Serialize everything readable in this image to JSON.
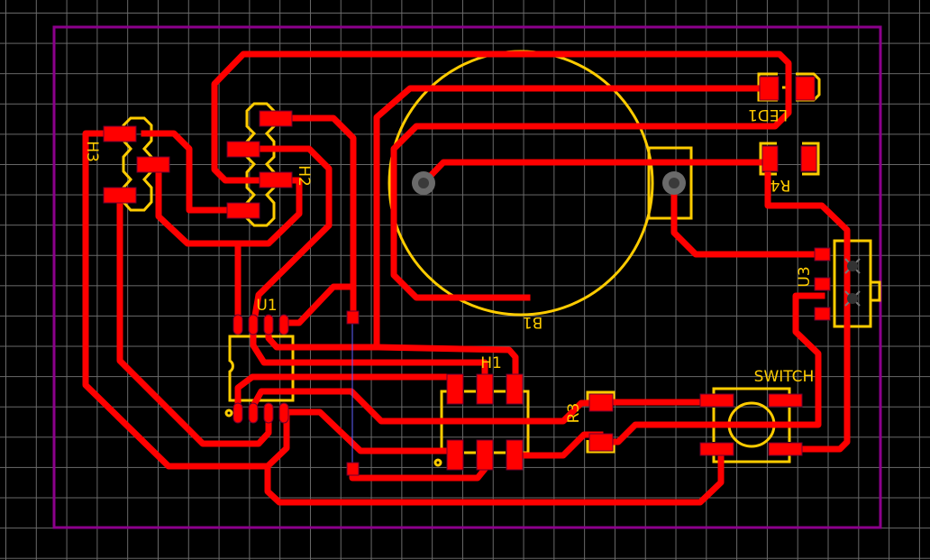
{
  "board": {
    "outline_color": "#8b008b",
    "trace_color": "#ff0000",
    "silkscreen_color": "#ffcc00"
  },
  "components": {
    "h3": "H3",
    "h2": "H2",
    "u1": "U1",
    "b1": "B1",
    "led1": "LED1",
    "r4": "R4",
    "u3": "U3",
    "h1": "H1",
    "r3": "R3",
    "switch": "SWITCH"
  }
}
